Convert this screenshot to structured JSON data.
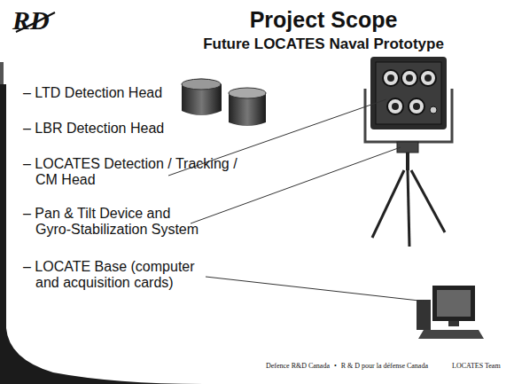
{
  "diagram": {
    "title": "Project Scope",
    "labels": [
      "RD",
      "Future LOCATES Naval Prototype",
      "– LTD Detection Head",
      "– LBR Detection Head",
      "– LOCATES Detection / Tracking / CM Head",
      "– Pan & Tilt Device and Gyro-Stabilization System",
      "– LOCATE Base (computer and acquisition cards)",
      "Defence R&D Canada",
      "•",
      "R & D pour la défense Canada",
      "LOCATES Team"
    ]
  }
}
